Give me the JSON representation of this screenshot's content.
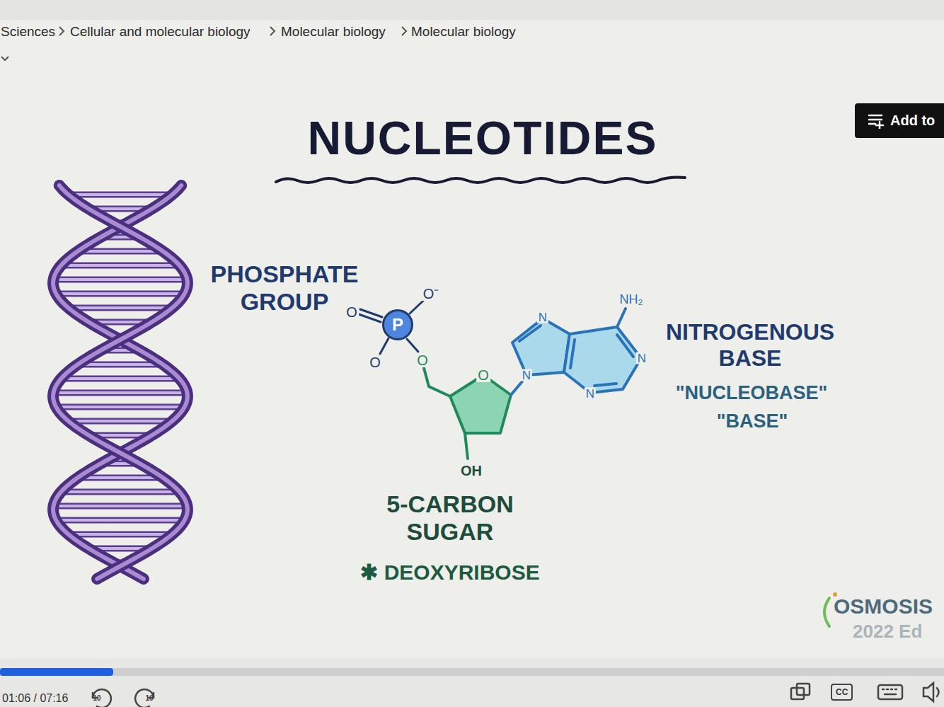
{
  "diagram": {
    "title": "NUCLEOTIDES",
    "nodes": [
      {
        "text": [
          "Add to"
        ]
      },
      {
        "text": [
          "P"
        ]
      },
      {
        "text": [
          "CC"
        ]
      }
    ],
    "labels": [
      "Sciences",
      "Cellular and molecular biology",
      "Molecular biology",
      "Molecular biology",
      "PHOSPHATE GROUP",
      "O",
      "O⁻",
      "O",
      "O",
      "O",
      "OH",
      "N",
      "N",
      "N",
      "N",
      "NH₂",
      "5-CARBON SUGAR",
      "✱ DEOXYRIBOSE",
      "NITROGENOUS BASE",
      "\"NUCLEOBASE\"",
      "\"BASE\"",
      "OSMOSIS",
      "2022 Ed",
      "01:06 / 07:16",
      "10",
      "10"
    ]
  }
}
